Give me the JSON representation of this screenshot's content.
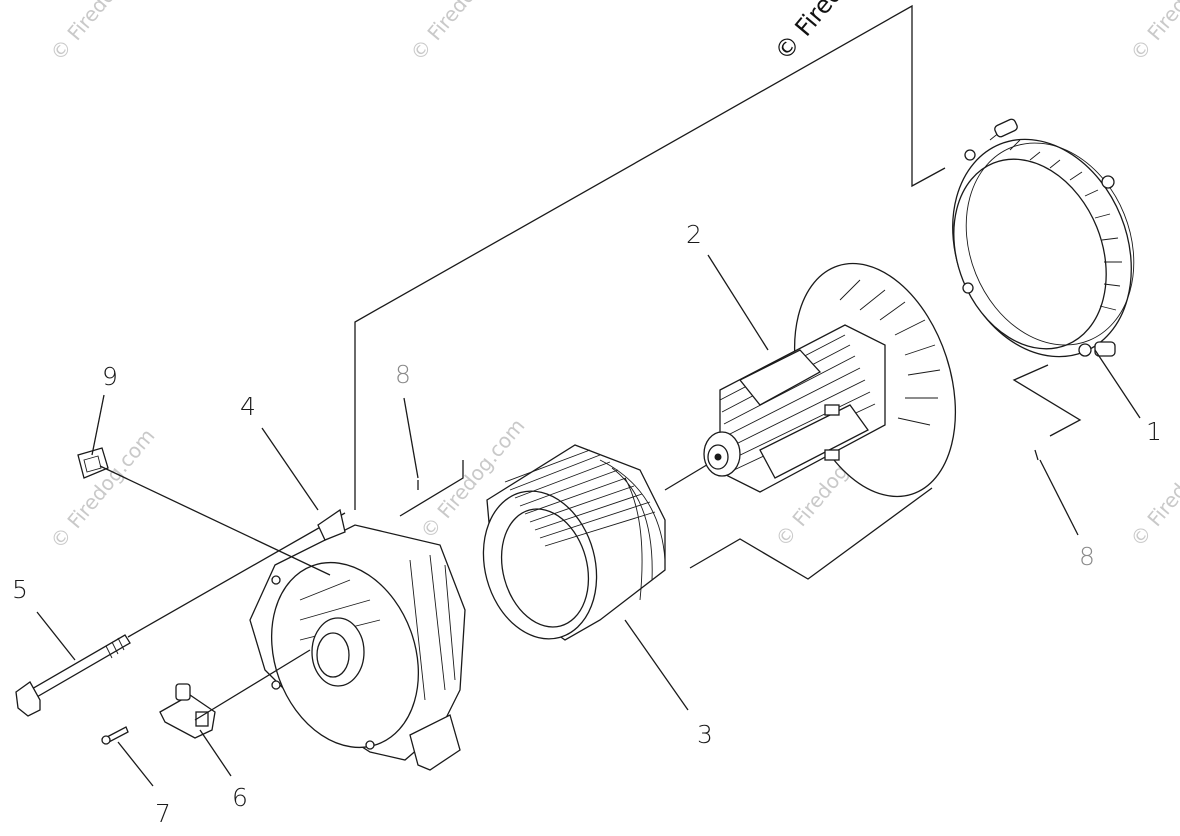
{
  "diagram": {
    "type": "exploded-parts-diagram",
    "callouts": [
      {
        "id": "label-1",
        "text": "1"
      },
      {
        "id": "label-2",
        "text": "2"
      },
      {
        "id": "label-3",
        "text": "3"
      },
      {
        "id": "label-4",
        "text": "4"
      },
      {
        "id": "label-5",
        "text": "5"
      },
      {
        "id": "label-6",
        "text": "6"
      },
      {
        "id": "label-7",
        "text": "7"
      },
      {
        "id": "label-8a",
        "text": "8"
      },
      {
        "id": "label-8b",
        "text": "8"
      },
      {
        "id": "label-9",
        "text": "9"
      }
    ]
  },
  "watermarks": {
    "site_text": "© Firedog.com",
    "top_text": "© Fired"
  }
}
